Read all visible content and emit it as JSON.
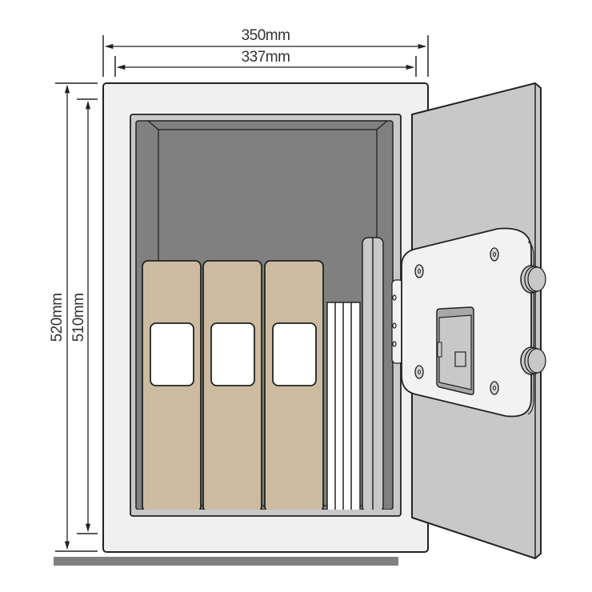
{
  "dimensions": {
    "outer_width": "350mm",
    "inner_width": "337mm",
    "outer_height": "520mm",
    "inner_height": "510mm"
  },
  "colors": {
    "line": "#222222",
    "body": "#f0f0f0",
    "interior": "#808080",
    "interior_frame": "#c8c8c8",
    "binder": "#ccbba0",
    "door": "#c8c8c8",
    "lock_plate": "#f2f2f2",
    "floor": "#808080",
    "paper": "#ffffff"
  },
  "contents": {
    "binders": 3,
    "paper_sheets": 4,
    "trays": 1
  },
  "door": {
    "bolts": 2,
    "screws": 4,
    "hinge_holes": 3
  }
}
